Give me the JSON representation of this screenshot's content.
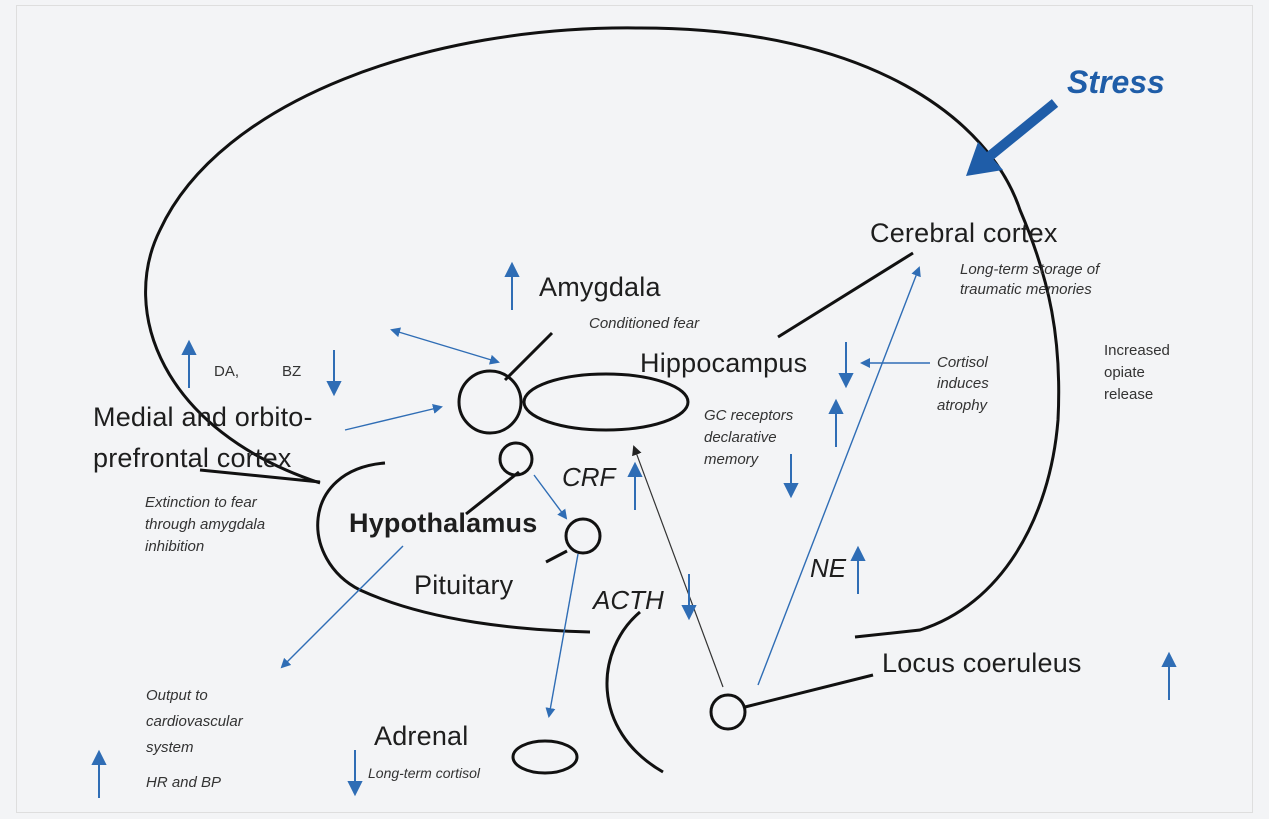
{
  "labels": {
    "stress": "Stress",
    "cerebral_cortex": "Cerebral cortex",
    "cortex_note_1": "Long-term storage of",
    "cortex_note_2": "traumatic memories",
    "amygdala": "Amygdala",
    "conditioned_fear": "Conditioned fear",
    "hippocampus": "Hippocampus",
    "cortisol_1": "Cortisol",
    "cortisol_2": "induces",
    "cortisol_3": "atrophy",
    "opiate_1": "Increased",
    "opiate_2": "opiate",
    "opiate_3": "release",
    "da": "DA,",
    "bz": "BZ",
    "prefrontal_1": "Medial and orbito-",
    "prefrontal_2": "prefrontal cortex",
    "gc_1": "GC receptors",
    "gc_2": "declarative",
    "gc_3": "memory",
    "crf": "CRF",
    "extinction_1": "Extinction to fear",
    "extinction_2": "through amygdala",
    "extinction_3": "inhibition",
    "hypothalamus": "Hypothalamus",
    "pituitary": "Pituitary",
    "ne": "NE",
    "acth": "ACTH",
    "locus_coeruleus": "Locus coeruleus",
    "output_1": "Output to",
    "output_2": "cardiovascular",
    "output_3": "system",
    "hr_bp": "HR and BP",
    "adrenal": "Adrenal",
    "long_term_cortisol": "Long-term cortisol"
  },
  "colors": {
    "accent_blue": "#1f5da8",
    "arrow_blue": "#2f6db5",
    "outline": "#111111",
    "background": "#f3f4f6"
  }
}
